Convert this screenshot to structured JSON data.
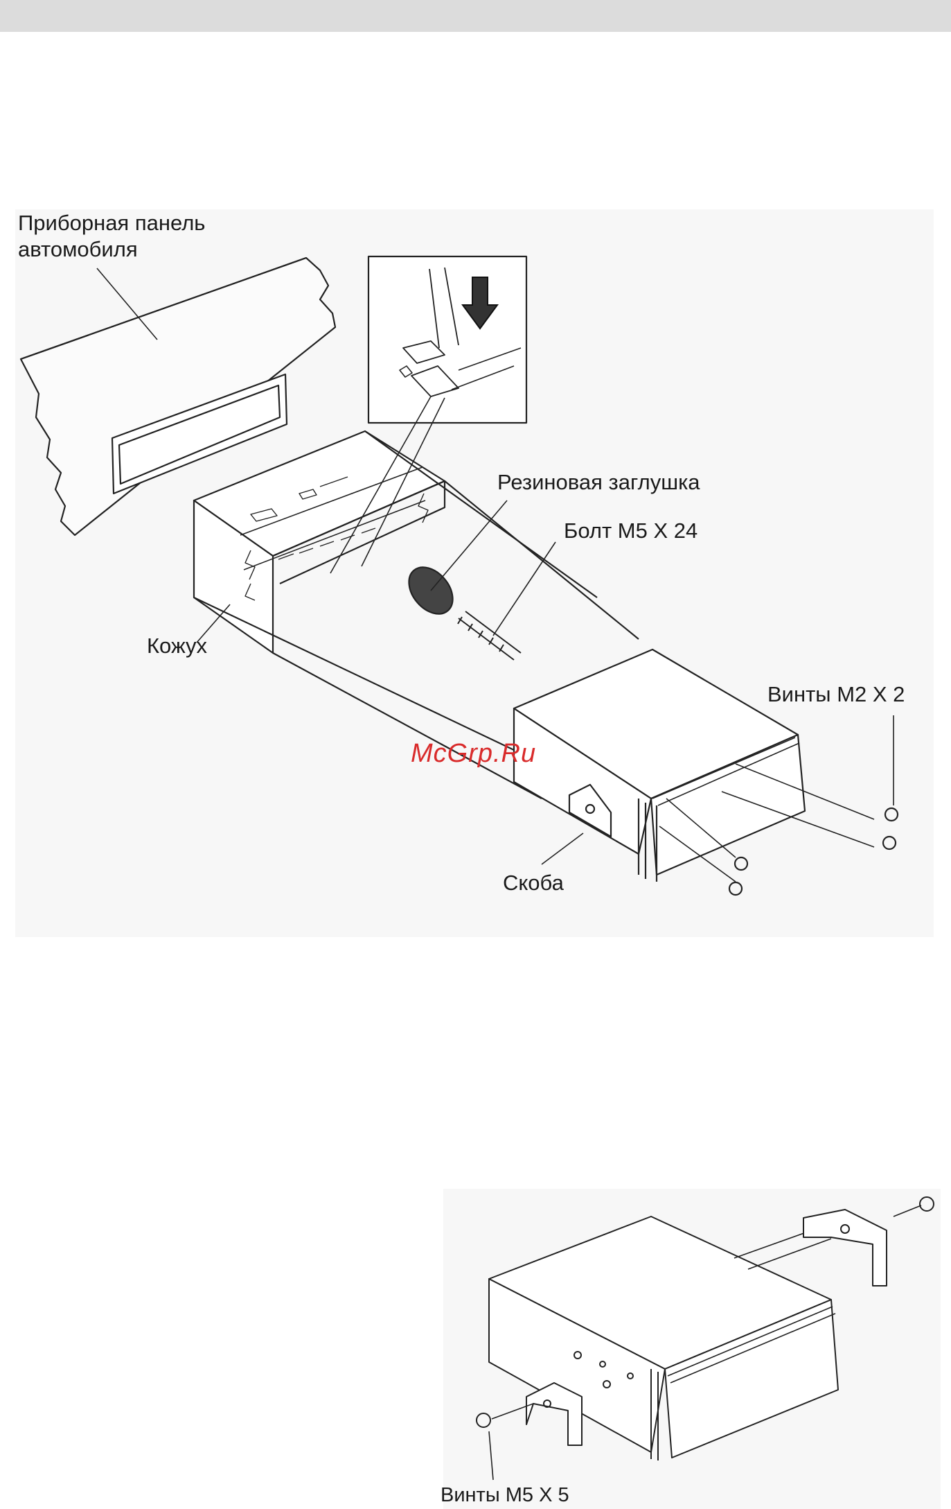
{
  "header": {
    "bar_color": "#dcdcdc"
  },
  "figure1": {
    "labels": {
      "dashboard_line1": "Приборная панель",
      "dashboard_line2": "автомобиля",
      "rubber_plug": "Резиновая заглушка",
      "bolt": "Болт M5 X 24",
      "sleeve": "Кожух",
      "screws_m2": "Винты M2 X 2",
      "bracket": "Скоба"
    },
    "icons": [
      "push-down-arrow-icon"
    ]
  },
  "figure2": {
    "labels": {
      "screws_m5": "Винты M5 X 5"
    }
  },
  "watermark": {
    "text": "McGrp.Ru",
    "color": "#d92b2b"
  }
}
